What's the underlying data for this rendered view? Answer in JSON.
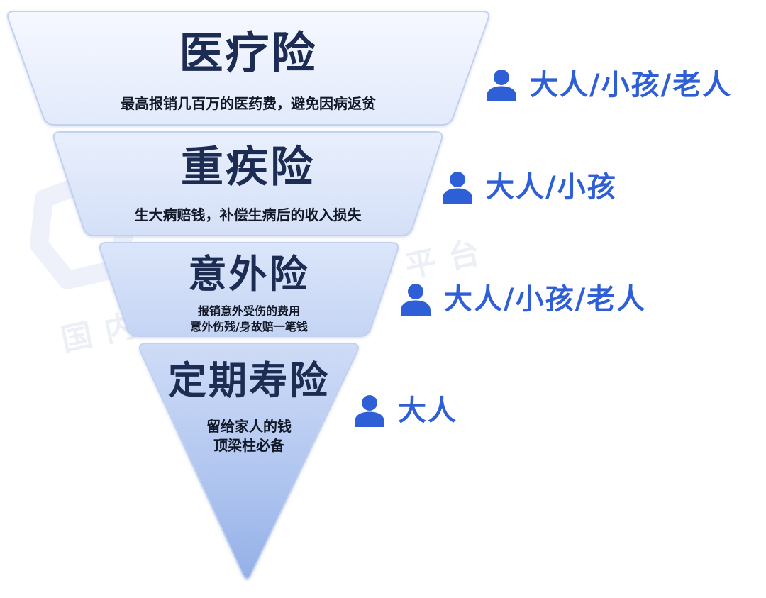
{
  "colors": {
    "accent": "#2f5fd6",
    "title": "#1c2c52",
    "desc": "#111827",
    "tier_fill_top": "#eef3ff",
    "tier_fill_bottom": "#a8c0ef",
    "tier_stroke": "#c2d1f0"
  },
  "watermark": {
    "text": "国内领先保险测评平台"
  },
  "tiers": [
    {
      "title": "医疗险",
      "desc": [
        "最高报销几百万的医药费，避免因病返贫"
      ],
      "audience": "大人/小孩/老人",
      "audience_icon": "person-icon"
    },
    {
      "title": "重疾险",
      "desc": [
        "生大病赔钱，补偿生病后的收入损失"
      ],
      "audience": "大人/小孩",
      "audience_icon": "person-icon"
    },
    {
      "title": "意外险",
      "desc": [
        "报销意外受伤的费用",
        "意外伤残/身故赔一笔钱"
      ],
      "audience": "大人/小孩/老人",
      "audience_icon": "person-icon"
    },
    {
      "title": "定期寿险",
      "desc": [
        "留给家人的钱",
        "顶梁柱必备"
      ],
      "audience": "大人",
      "audience_icon": "person-icon"
    }
  ]
}
